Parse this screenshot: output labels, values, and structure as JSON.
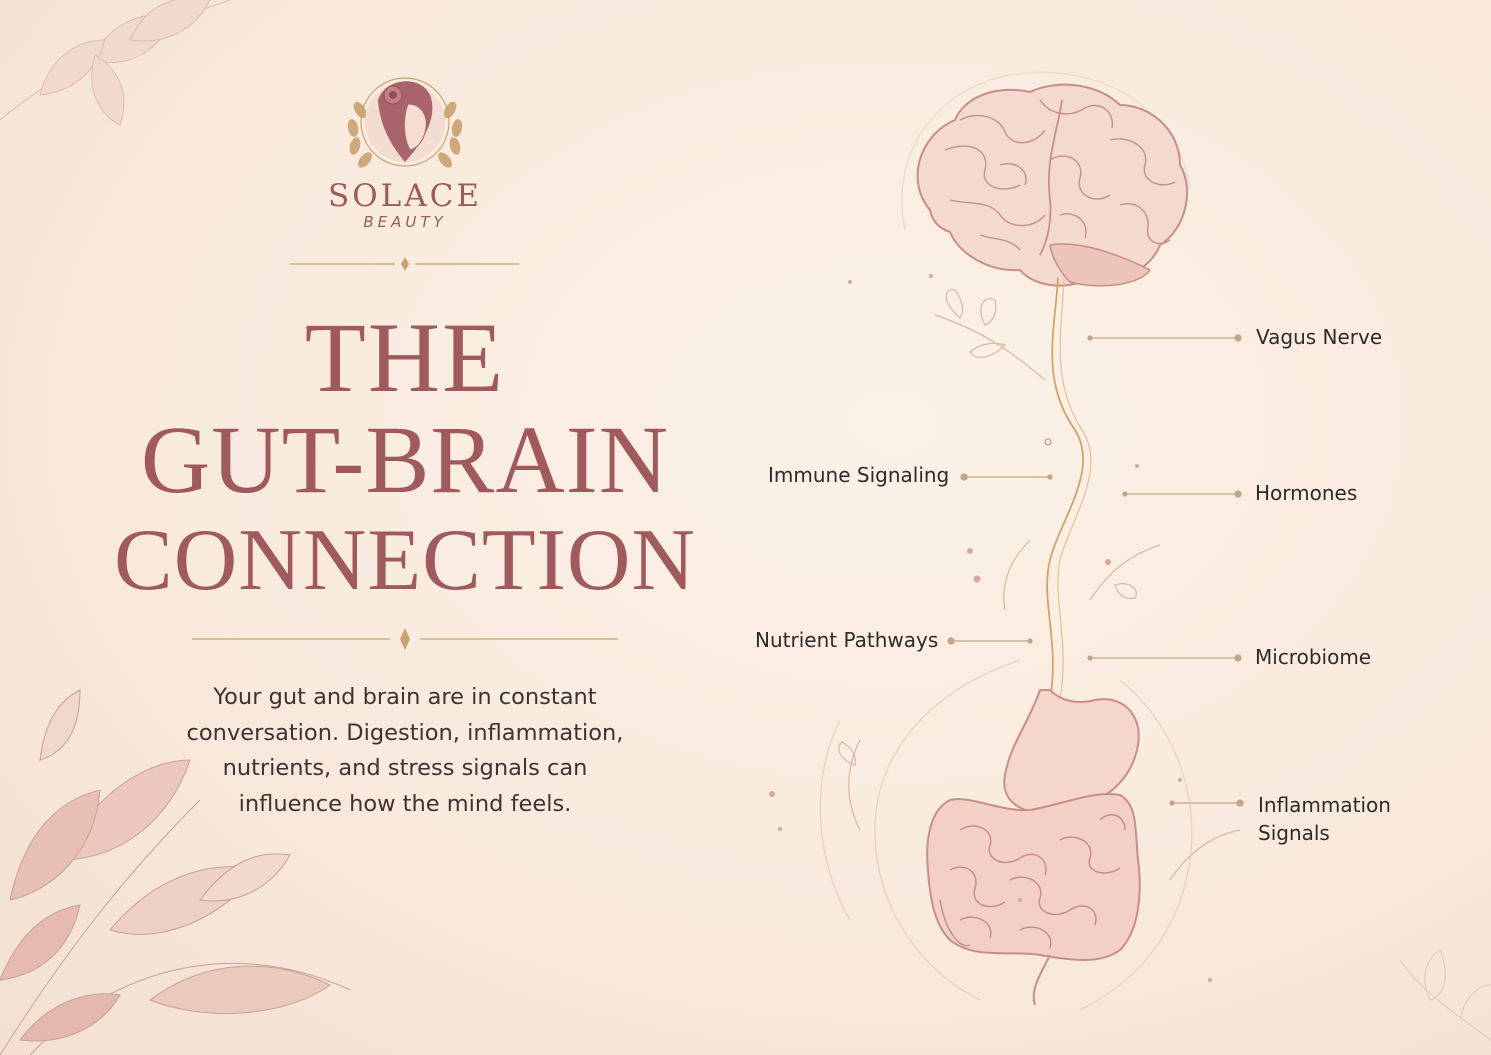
{
  "brand": {
    "name": "SOLACE",
    "sub": "BEAUTY"
  },
  "title": {
    "line1": "THE",
    "line2": "GUT-BRAIN",
    "line3": "CONNECTION"
  },
  "description": "Your gut and brain are in constant conversation. Digestion, inflammation, nutrients, and stress signals can influence how the mind feels.",
  "labels": {
    "vagus": "Vagus Nerve",
    "immune": "Immune Signaling",
    "hormones": "Hormones",
    "nutrient": "Nutrient Pathways",
    "microbiome": "Microbiome",
    "inflammation": "Inflammation Signals"
  },
  "colors": {
    "accent": "#a05a5e",
    "gold": "#c7a77a",
    "organ": "#f3d3c8",
    "organ_line": "#c98e86",
    "leaf": "#e4c2b6",
    "background": "#f8eadd"
  },
  "icons": [
    "logo-emblem",
    "brain-icon",
    "digestive-system-icon",
    "leaf-sprig-icon",
    "diamond-divider-icon"
  ]
}
